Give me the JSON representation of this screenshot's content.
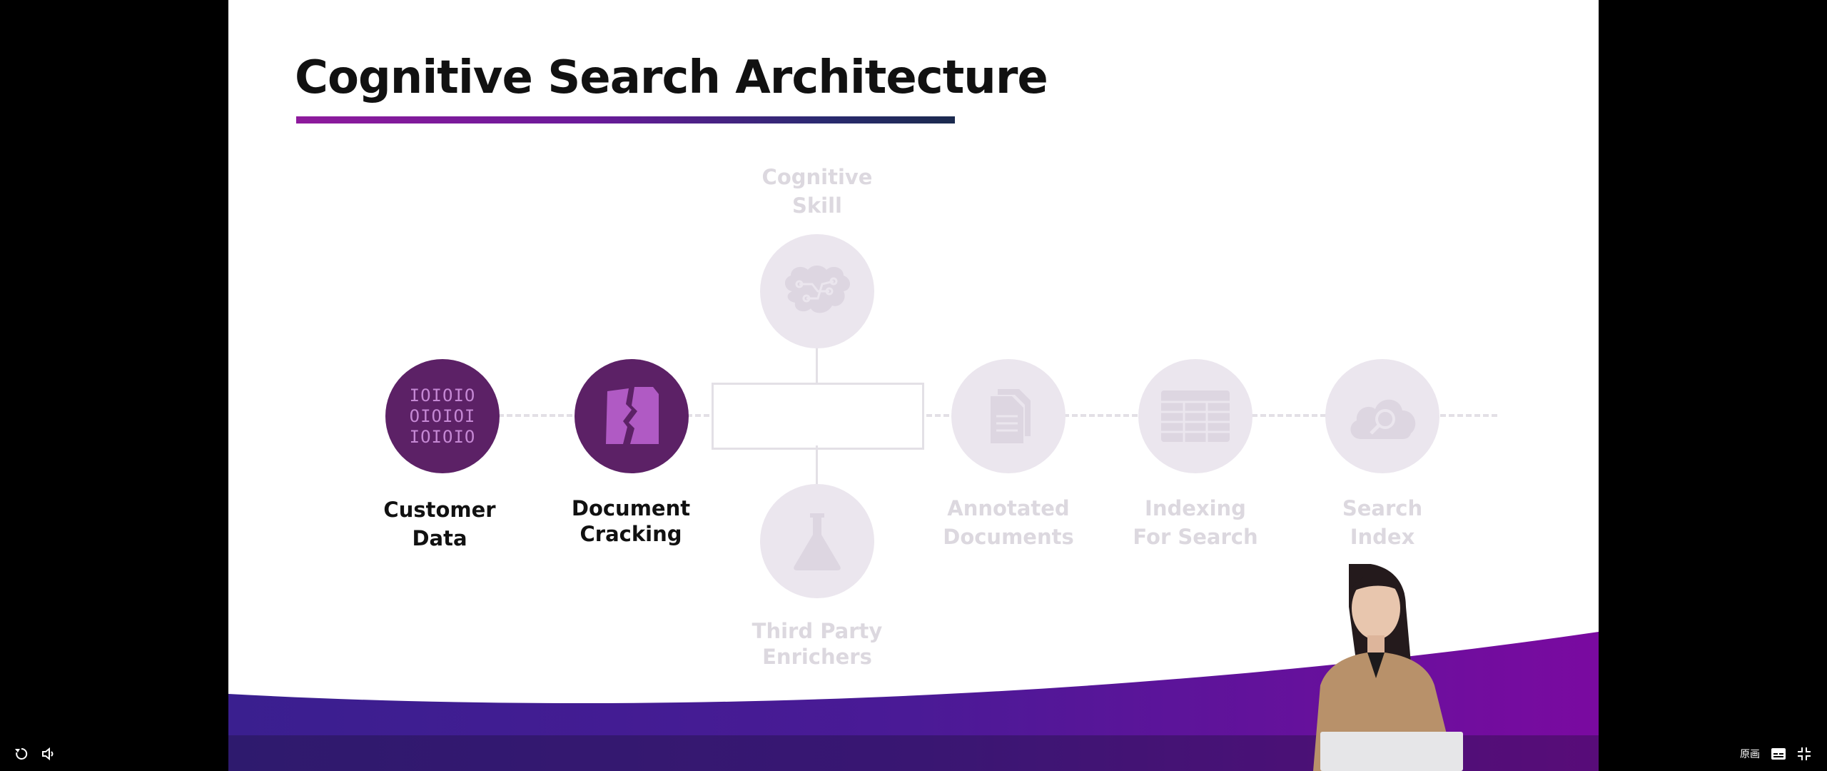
{
  "slide": {
    "title": "Cognitive Search Architecture"
  },
  "diagram": {
    "nodes": [
      {
        "label": "Customer\nData",
        "state": "active",
        "icon": "binary-data-icon",
        "glyph_lines": [
          "IOIOIO",
          "OIOIOI",
          "IOIOIO"
        ]
      },
      {
        "label": "Document\nCracking",
        "state": "active",
        "icon": "cracked-document-icon"
      },
      {
        "label": "Cognitive\nSkill",
        "state": "faded",
        "icon": "brain-circuit-icon"
      },
      {
        "label": "Third Party\nEnrichers",
        "state": "faded",
        "icon": "flask-icon"
      },
      {
        "label": "Annotated\nDocuments",
        "state": "faded",
        "icon": "documents-icon"
      },
      {
        "label": "Indexing\nFor Search",
        "state": "faded",
        "icon": "table-icon"
      },
      {
        "label": "Search\nIndex",
        "state": "faded",
        "icon": "cloud-search-icon"
      }
    ]
  },
  "player": {
    "controls": {
      "replay_icon": "replay-icon",
      "volume_icon": "volume-icon",
      "quality_label": "原画",
      "subtitles_icon": "subtitles-icon",
      "exit_fullscreen_icon": "exit-fullscreen-icon"
    }
  },
  "colors": {
    "active_node": "#5c2166",
    "faded_node": "#ebe6ee",
    "title_underline_start": "#8e1a9c",
    "title_underline_end": "#1b2a4e",
    "swoosh_left": "#3a1f8f",
    "swoosh_right": "#7a0aa0"
  }
}
